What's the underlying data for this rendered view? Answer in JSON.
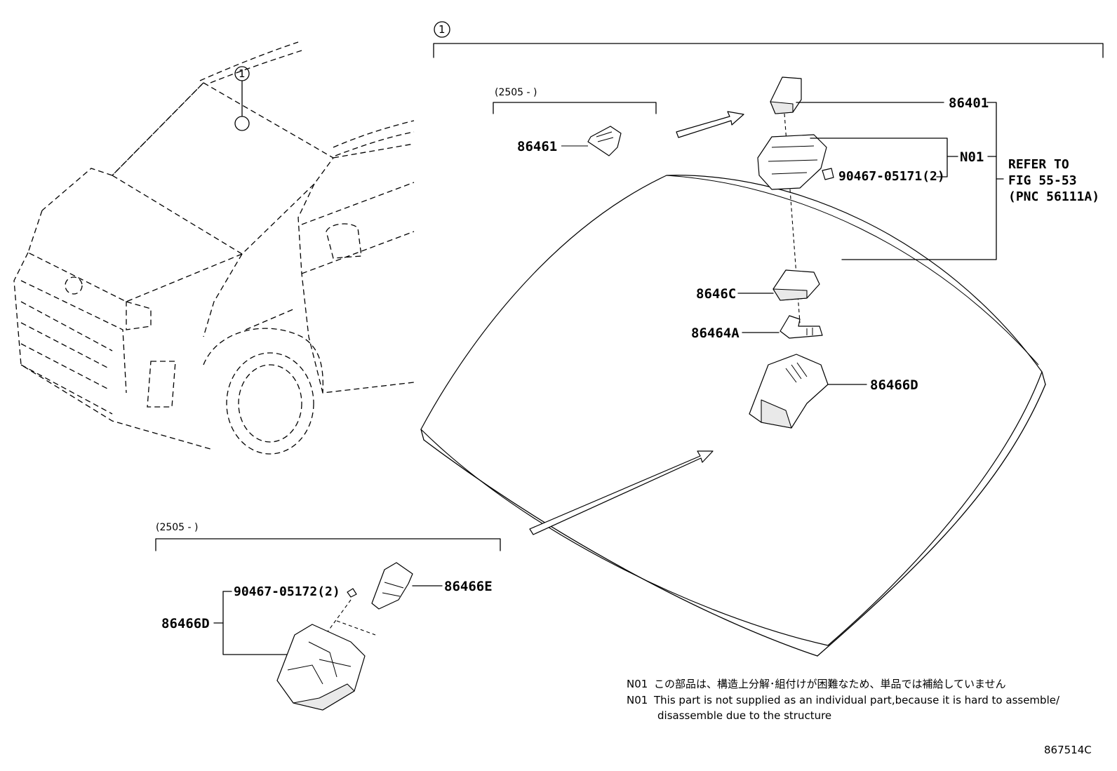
{
  "callout": "1",
  "date_range": "(2505 -      )",
  "parts": {
    "p86401": "86401",
    "n01": "N01",
    "p90467_05171": "90467-05171(2)",
    "p86461": "86461",
    "p8646C": "8646C",
    "p86464A": "86464A",
    "p86466D": "86466D",
    "p86466E": "86466E",
    "p90467_05172": "90467-05172(2)"
  },
  "refer": {
    "line1": "REFER TO",
    "line2": "FIG 55-53",
    "line3": "(PNC 56111A)"
  },
  "notes": {
    "jp_code": "N01",
    "jp_text": "この部品は、構造上分解･組付けが困難なため、単品では補給していません",
    "en_code": "N01",
    "en_text": "This part is not supplied as an individual part,because it is hard to assemble/",
    "en_text2": "disassemble due to the structure"
  },
  "figure_id": "867514C"
}
